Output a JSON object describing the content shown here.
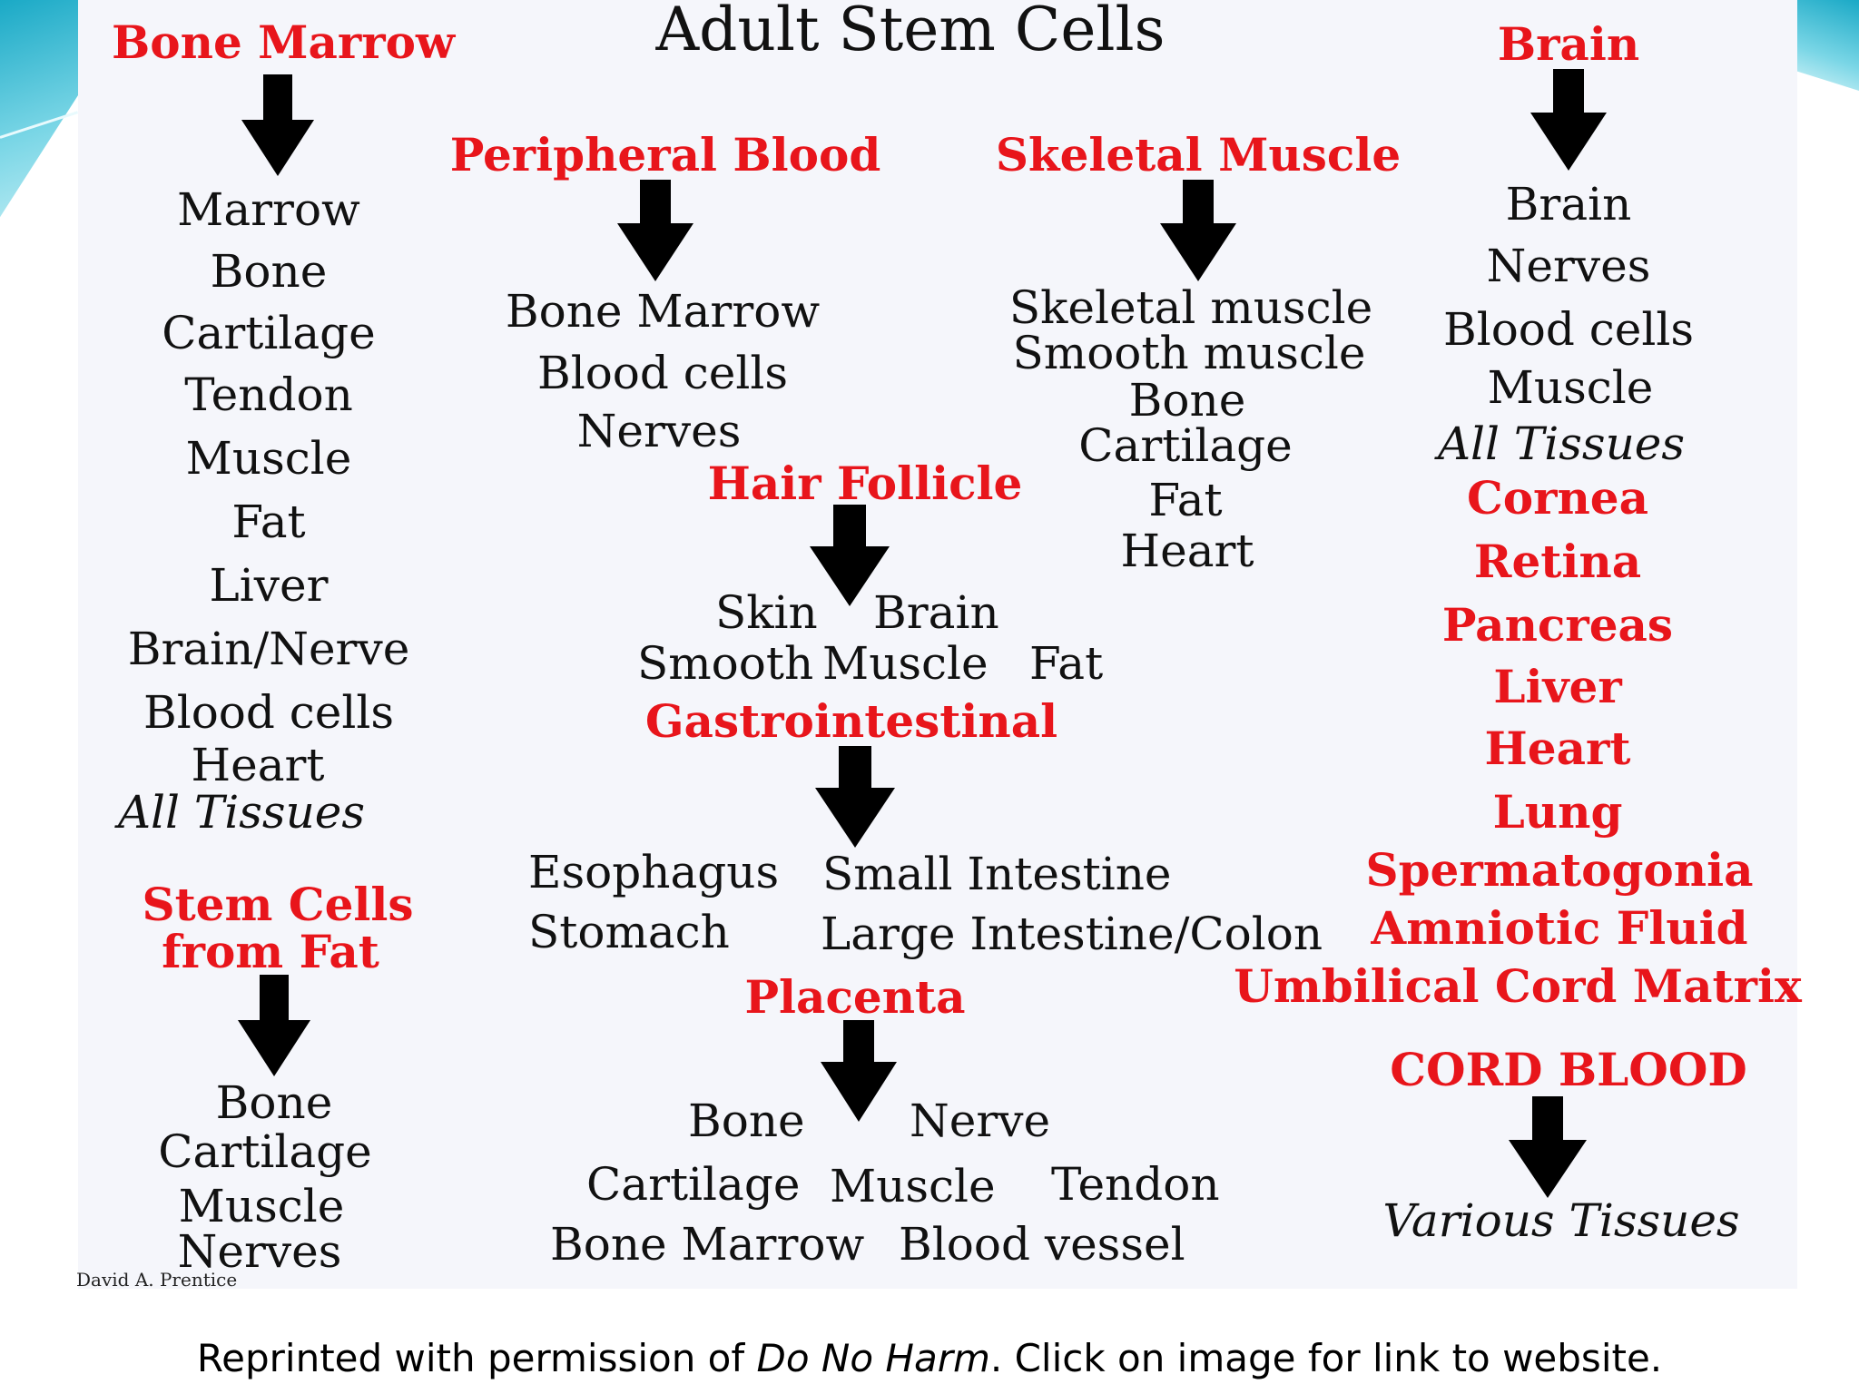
{
  "title": "Adult Stem Cells",
  "sources": {
    "bone_marrow": {
      "label": "Bone Marrow",
      "items": [
        "Marrow",
        "Bone",
        "Cartilage",
        "Tendon",
        "Muscle",
        "Fat",
        "Liver",
        "Brain/Nerve",
        "Blood cells",
        "Heart"
      ],
      "italic_item": "All Tissues"
    },
    "peripheral_blood": {
      "label": "Peripheral Blood",
      "items": [
        "Bone Marrow",
        "Blood cells",
        "Nerves"
      ]
    },
    "skeletal_muscle": {
      "label": "Skeletal Muscle",
      "items": [
        "Skeletal muscle",
        "Smooth muscle",
        "Bone",
        "Cartilage",
        "Fat",
        "Heart"
      ]
    },
    "brain": {
      "label": "Brain",
      "items": [
        "Brain",
        "Nerves",
        "Blood cells",
        "Muscle"
      ],
      "italic_item": "All Tissues"
    },
    "hair_follicle": {
      "label": "Hair Follicle",
      "items": [
        "Skin",
        "Brain",
        "Smooth",
        "Muscle",
        "Fat"
      ]
    },
    "gastrointestinal": {
      "label": "Gastrointestinal",
      "items": [
        "Esophagus",
        "Small Intestine",
        "Stomach",
        "Large Intestine/Colon"
      ]
    },
    "placenta": {
      "label": "Placenta",
      "items": [
        "Bone",
        "Nerve",
        "Cartilage",
        "Muscle",
        "Tendon",
        "Bone Marrow",
        "Blood vessel"
      ]
    },
    "fat": {
      "label_line1": "Stem Cells",
      "label_line2": "from Fat",
      "items": [
        "Bone",
        "Cartilage",
        "Muscle",
        "Nerves"
      ]
    },
    "other_sources": [
      "Cornea",
      "Retina",
      "Pancreas",
      "Liver",
      "Heart",
      "Lung",
      "Spermatogonia",
      "Amniotic Fluid",
      "Umbilical Cord Matrix"
    ],
    "cord_blood": {
      "label": "CORD BLOOD",
      "italic_item": "Various Tissues"
    }
  },
  "credit": "David A. Prentice",
  "caption": {
    "prefix": "Reprinted with permission of ",
    "emphasis": "Do No Harm",
    "suffix": ". Click on image for link to website."
  },
  "colors": {
    "source_label": "#e8151b",
    "target_text": "#111111",
    "arrow": "#000000",
    "accent": "#1aa9c6"
  }
}
